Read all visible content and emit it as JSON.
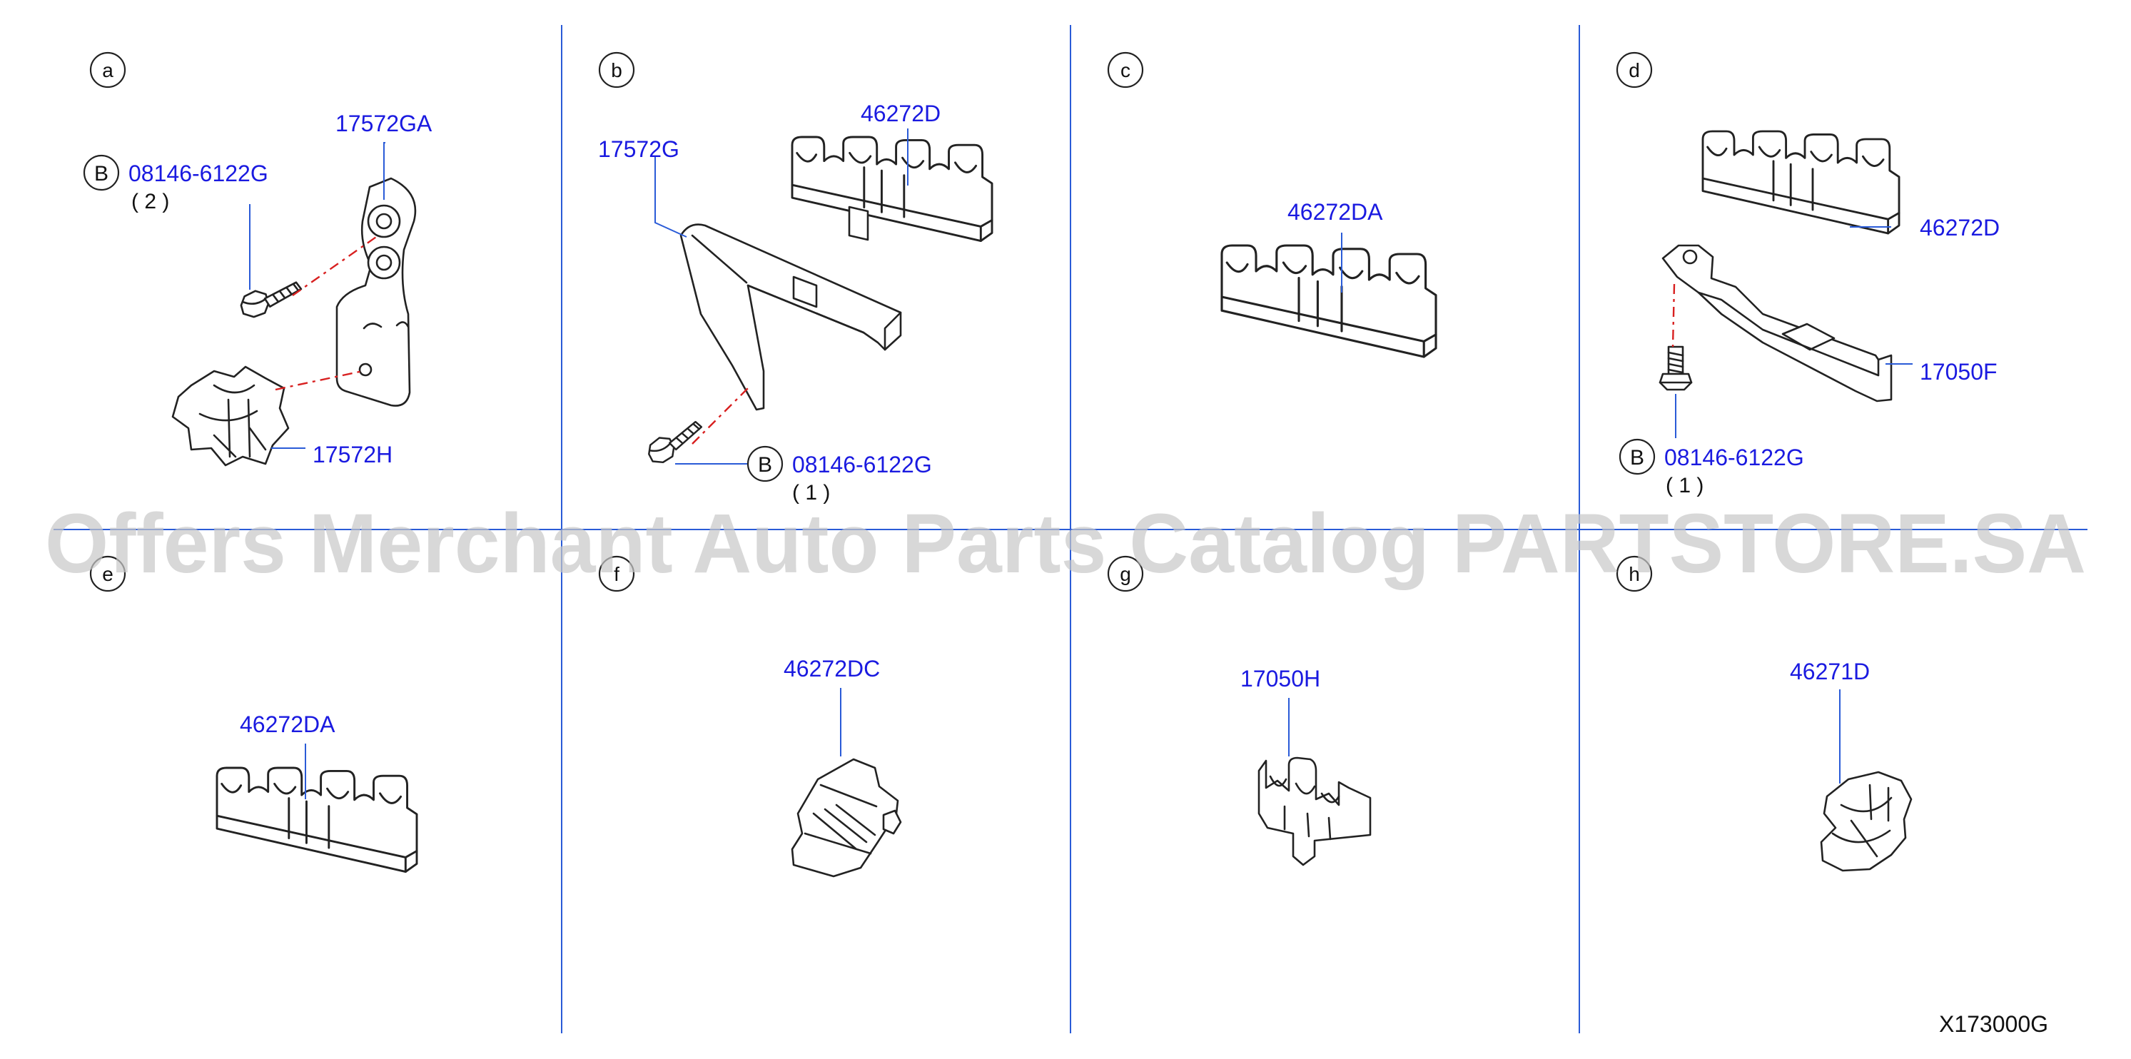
{
  "panels": {
    "a": {
      "letter": "a",
      "callouts": [
        "17572GA",
        "08146-6122G",
        "17572H"
      ],
      "bolt_code": "B",
      "qty": "( 2 )"
    },
    "b": {
      "letter": "b",
      "callouts": [
        "17572G",
        "46272D",
        "08146-6122G"
      ],
      "bolt_code": "B",
      "qty": "( 1 )"
    },
    "c": {
      "letter": "c",
      "callouts": [
        "46272DA"
      ]
    },
    "d": {
      "letter": "d",
      "callouts": [
        "46272D",
        "17050F",
        "08146-6122G"
      ],
      "bolt_code": "B",
      "qty": "( 1 )"
    },
    "e": {
      "letter": "e",
      "callouts": [
        "46272DA"
      ]
    },
    "f": {
      "letter": "f",
      "callouts": [
        "46272DC"
      ]
    },
    "g": {
      "letter": "g",
      "callouts": [
        "17050H"
      ]
    },
    "h": {
      "letter": "h",
      "callouts": [
        "46271D"
      ]
    }
  },
  "watermark": "Offers Merchant Auto Parts Catalog PARTSTORE.SA",
  "reference_code": "X173000G",
  "colors": {
    "callout": "#1a1ae0",
    "divider": "#2a5bd7",
    "centerline": "#d82020",
    "watermark": "#c8c8c8"
  }
}
